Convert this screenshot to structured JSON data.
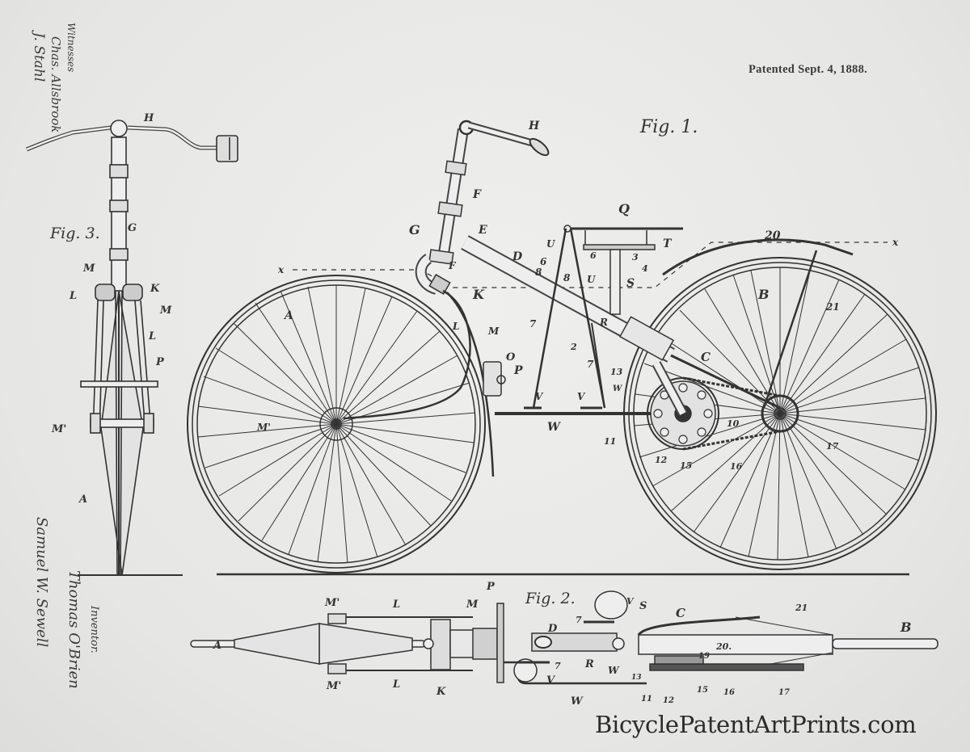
{
  "document": {
    "patent_date": "Patented Sept. 4, 1888.",
    "watermark": "BicyclePatentArtPrints.com",
    "witnesses": {
      "heading": "Witnesses",
      "names": [
        "Chas. Allsbrook",
        "J. Stahl"
      ]
    },
    "inventor": {
      "heading": "Inventor.",
      "name": "Thomas O'Brien",
      "attorney": "Samuel W. Sewell"
    }
  },
  "figures": {
    "fig1": {
      "title": "Fig. 1.",
      "labels": [
        "H",
        "Q",
        "T",
        "G",
        "F",
        "E",
        "F",
        "D",
        "U",
        "6",
        "8",
        "6",
        "8",
        "U",
        "3",
        "4",
        "S",
        "K",
        "x",
        "x",
        "20",
        "B",
        "21",
        "A",
        "L",
        "M",
        "7",
        "R",
        "2",
        "7",
        "13",
        "C",
        "O",
        "P",
        "V",
        "V",
        "W",
        "W",
        "M'",
        "11",
        "12",
        "15",
        "16",
        "10",
        "17"
      ]
    },
    "fig2": {
      "title": "Fig. 2.",
      "labels": [
        "A",
        "M'",
        "L",
        "M",
        "P",
        "K",
        "L",
        "M'",
        "D",
        "7",
        "V",
        "S",
        "C",
        "21",
        "B",
        "20.",
        "19",
        "R",
        "W",
        "13",
        "7",
        "V",
        "W",
        "11",
        "12",
        "15",
        "16",
        "17"
      ]
    },
    "fig3": {
      "title": "Fig. 3.",
      "labels": [
        "H",
        "G",
        "M",
        "L",
        "K",
        "M",
        "L",
        "P",
        "M'",
        "A"
      ]
    }
  },
  "colors": {
    "paper": "#e9e9e7",
    "ink": "#2a2a2a"
  }
}
